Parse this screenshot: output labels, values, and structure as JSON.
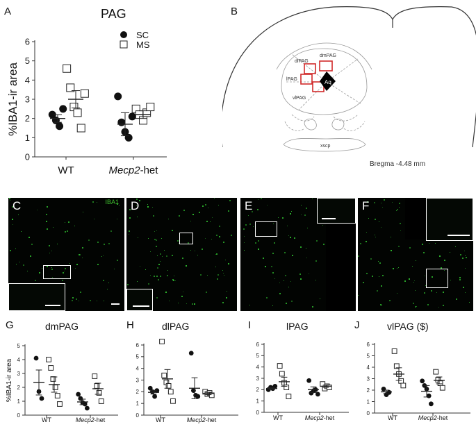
{
  "panels": {
    "A": "A",
    "B": "B",
    "C": "C",
    "D": "D",
    "E": "E",
    "F": "F",
    "G": "G",
    "H": "H",
    "I": "I",
    "J": "J"
  },
  "iba1_label": "IBA1",
  "colors": {
    "micro_bg": "#020402",
    "microglia": "#2fbf2f",
    "iba1_text": "#3fbf2f",
    "roi_red": "#d12a2a"
  },
  "brain_map": {
    "regions": [
      "dmPAG",
      "dlPAG",
      "lPAG",
      "vlPAG"
    ],
    "aq": "Aq",
    "xscp": "xscp",
    "bregma": "Bregma -4.48 mm"
  },
  "chart_data": [
    {
      "type": "scatter",
      "id": "A",
      "title": "PAG",
      "ylabel": "%IBA1-ir area",
      "categories": [
        "WT",
        "Mecp2-het"
      ],
      "ylim": [
        0,
        6
      ],
      "yticks": [
        "0",
        "1",
        "2",
        "3",
        "4",
        "5",
        "6"
      ],
      "legend": [
        "SC",
        "MS"
      ],
      "series": [
        {
          "name": "SC",
          "marker": "filled-circle",
          "values": [
            [
              2.2,
              1.9,
              1.6,
              2.5
            ],
            [
              3.15,
              1.8,
              1.3,
              1.0,
              2.1
            ]
          ],
          "mean": [
            2.0,
            1.7
          ],
          "sem": [
            0.2,
            0.6
          ]
        },
        {
          "name": "MS",
          "marker": "open-square",
          "values": [
            [
              4.6,
              3.6,
              2.6,
              2.3,
              1.5,
              3.3
            ],
            [
              2.5,
              2.2,
              1.9,
              2.3,
              2.6
            ]
          ],
          "mean": [
            3.0,
            2.2
          ],
          "sem": [
            0.45,
            0.2
          ]
        }
      ]
    },
    {
      "type": "scatter",
      "id": "G",
      "title": "dmPAG",
      "ylabel": "%IBA1-ir area",
      "categories": [
        "WT",
        "Mecp2-het"
      ],
      "ylim": [
        0,
        5
      ],
      "yticks": [
        "0",
        "1",
        "2",
        "3",
        "4",
        "5"
      ],
      "series": [
        {
          "name": "SC",
          "marker": "filled-circle",
          "values": [
            [
              4.1,
              1.7,
              1.2
            ],
            [
              1.5,
              1.2,
              0.9,
              0.8,
              0.5
            ]
          ],
          "mean": [
            2.35,
            0.95
          ],
          "sem": [
            0.9,
            0.2
          ]
        },
        {
          "name": "MS",
          "marker": "open-square",
          "values": [
            [
              4.0,
              3.4,
              2.6,
              2.0,
              1.4,
              0.8
            ],
            [
              2.8,
              2.1,
              1.6,
              1.0
            ]
          ],
          "mean": [
            2.2,
            1.9
          ],
          "sem": [
            0.55,
            0.4
          ]
        }
      ]
    },
    {
      "type": "scatter",
      "id": "H",
      "title": "dlPAG",
      "categories": [
        "WT",
        "Mecp2-het"
      ],
      "ylim": [
        0,
        6
      ],
      "yticks": [
        "0",
        "1",
        "2",
        "3",
        "4",
        "5",
        "6"
      ],
      "series": [
        {
          "name": "SC",
          "marker": "filled-circle",
          "values": [
            [
              2.3,
              2.0,
              1.6,
              2.1
            ],
            [
              5.3,
              2.1,
              1.7,
              1.6
            ]
          ],
          "mean": [
            1.95,
            2.3
          ],
          "sem": [
            0.15,
            0.9
          ]
        },
        {
          "name": "MS",
          "marker": "open-square",
          "values": [
            [
              6.3,
              3.4,
              2.8,
              2.5,
              2.0,
              1.2
            ],
            [
              2.0,
              1.8,
              1.9,
              1.7
            ]
          ],
          "mean": [
            3.1,
            1.85
          ],
          "sem": [
            0.8,
            0.1
          ]
        }
      ]
    },
    {
      "type": "scatter",
      "id": "I",
      "title": "lPAG",
      "categories": [
        "WT",
        "Mecp2-het"
      ],
      "ylim": [
        0,
        6
      ],
      "yticks": [
        "0",
        "1",
        "2",
        "3",
        "4",
        "5",
        "6"
      ],
      "series": [
        {
          "name": "SC",
          "marker": "filled-circle",
          "values": [
            [
              2.0,
              2.2,
              2.1,
              2.3
            ],
            [
              2.8,
              1.7,
              1.9,
              2.0,
              1.6
            ]
          ],
          "mean": [
            2.1,
            2.0
          ],
          "sem": [
            0.08,
            0.25
          ]
        },
        {
          "name": "MS",
          "marker": "open-square",
          "values": [
            [
              4.1,
              3.4,
              2.6,
              2.2,
              1.4
            ],
            [
              2.5,
              2.1,
              2.3,
              2.2
            ]
          ],
          "mean": [
            2.7,
            2.3
          ],
          "sem": [
            0.4,
            0.1
          ]
        }
      ]
    },
    {
      "type": "scatter",
      "id": "J",
      "title": "vlPAG ($)",
      "categories": [
        "WT",
        "Mecp2-het"
      ],
      "ylim": [
        0,
        6
      ],
      "yticks": [
        "0",
        "1",
        "2",
        "3",
        "4",
        "5",
        "6"
      ],
      "series": [
        {
          "name": "SC",
          "marker": "filled-circle",
          "values": [
            [
              2.1,
              1.6,
              1.8
            ],
            [
              2.8,
              2.4,
              2.1,
              1.5,
              0.8
            ]
          ],
          "mean": [
            1.85,
            1.9
          ],
          "sem": [
            0.15,
            0.5
          ]
        },
        {
          "name": "MS",
          "marker": "open-square",
          "values": [
            [
              5.4,
              4.1,
              3.4,
              2.8,
              2.4
            ],
            [
              3.6,
              2.9,
              2.6,
              2.2
            ]
          ],
          "mean": [
            3.4,
            2.85
          ],
          "sem": [
            0.55,
            0.3
          ]
        }
      ]
    }
  ]
}
